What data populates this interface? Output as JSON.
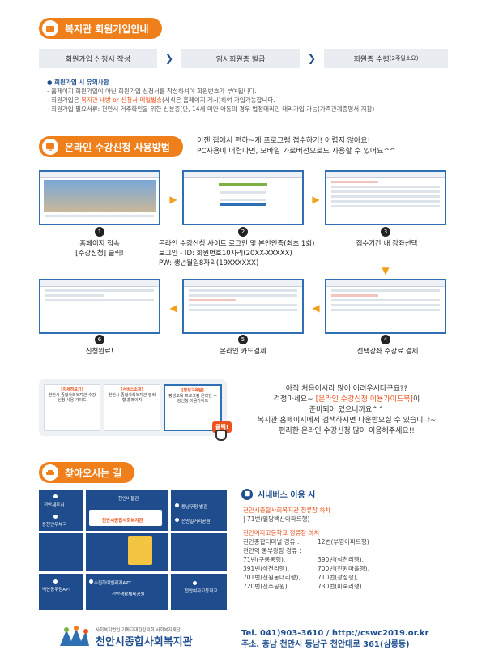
{
  "signup": {
    "title": "복지관 회원가입안내",
    "steps": [
      {
        "label": "회원가입 신청서 작성"
      },
      {
        "label": "임시회원증 발급"
      },
      {
        "label": "회원증 수령",
        "note": "(2주일소요)"
      }
    ],
    "notes_title": "회원가입 시 유의사항",
    "notes": [
      "- 홈페이지 회원가입이 아닌 회원가입 신청서를 작성하셔야 회원번호가 부여됩니다.",
      "- 회원가입은 ",
      "복지관 내방 or 신청서 메일발송",
      "(서식은 홈페이지 게시)하여 가입가능합니다.",
      "- 회원가입 필요서류: 천안시 거주확인을 위한 신분증(단, 14세 미만 아동의 경우 법정대리인 대리가입 가능(가족관계증명서 지참)"
    ]
  },
  "online": {
    "title": "온라인 수강신청 사용방법",
    "note_lines": [
      "이젠 집에서 편하~게 프로그램 접수하기! 어렵지 않아요!",
      "PC사용이 어렵다면, 모바일 가로버전으로도 사용할 수 있어요^^"
    ],
    "steps": [
      {
        "num": "1",
        "caption": "홈페이지 접속",
        "caption2": "[수강신청] 클릭!"
      },
      {
        "num": "2",
        "caption": "온라인 수강신청 사이트 로그인 및 본인인증(최초 1회)",
        "caption2": "로그인 - ID: 회원번호10자리(20XX-XXXXX)",
        "caption3": "PW: 생년월일8자리(19XXXXXX)"
      },
      {
        "num": "3",
        "caption": "접수기간 내 강좌선택"
      },
      {
        "num": "4",
        "caption": "선택강좌 수강료 결제"
      },
      {
        "num": "5",
        "caption": "온라인 카드결제"
      },
      {
        "num": "6",
        "caption": "신청완료!"
      }
    ]
  },
  "guide": {
    "cards": [
      {
        "tag": "[자세히보기]",
        "text": "천안시 종합사회복지관 수강신청 사용 가이드"
      },
      {
        "tag": "[서비스소개]",
        "text": "천안시 종합사회복지관 빌라형 홈페이지"
      },
      {
        "tag": "[평생교육팀]",
        "text": "평생교육 프로그램 온라인 수강신청 이용가이드"
      }
    ],
    "click_label": "클릭!",
    "line1": "아직 처음이시라 많이 어려우시다구요??",
    "line2_pre": "걱정마세요~ ",
    "line2_hl": "[온라인 수강신청 이용가이드북]",
    "line2_post": "이",
    "line3": "준비되어 있으니까요^^",
    "line4": "복지관 홈페이지에서 검색하시면 다운받으실 수 있습니다~",
    "line5": "편리한 온라인 수강신청 많이 이용해주세요!!"
  },
  "directions": {
    "title": "찾아오시는 길",
    "map_labels": {
      "l1": "천안세무서",
      "l2": "동천안우체국",
      "l3": "천안버들관",
      "l4": "동남구청 별관",
      "l5": "천안일거리공원",
      "l6": "백산동우림APT",
      "l7": "수진하이빌리지APT",
      "l8": "천안생활체육공원",
      "l9": "천안여자고등학교",
      "center": "천안시종합사회복지관"
    },
    "bus_title": "시내버스 이용 시",
    "stop1": "천안시종합사회복지관 정류장 하차",
    "stop1_bus": "71번(일당백산아파트행)",
    "stop2": "천안여자고등학교 정류장 하차",
    "stop2_a": "천안종합터미널 경유 :",
    "stop2_a_bus": "12번(부영아파트행)",
    "stop2_b": "천안역 동부광장 경유 :",
    "bus_list": [
      "71번(구룡동행),",
      "390번(석천리행),",
      "391번(석천리행),",
      "700번(전원마을행),",
      "701번(천원동내리행),",
      "710번(광정행),",
      "720번(진주공원),",
      "730번(미죽리행)"
    ]
  },
  "footer": {
    "org_small": "사회복지법인 기독교대한감리회 사회복지재단",
    "org_name": "천안시종합사회복지관",
    "tel": "Tel.  041)903-3610 / http://cswc2019.or.kr",
    "address": "주소. 충남 천안시 동남구 천안대로 361(삼룡동)"
  }
}
